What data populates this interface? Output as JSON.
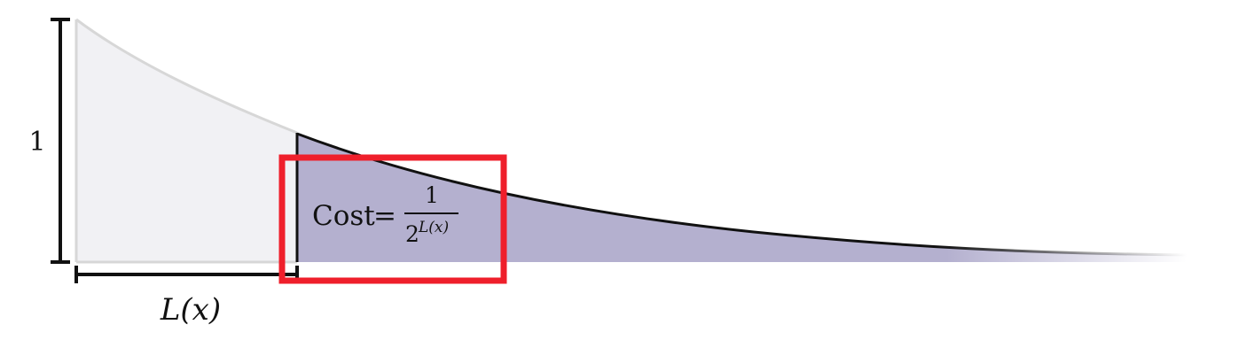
{
  "labels": {
    "height_label": "1",
    "length_label": "L(x)",
    "cost_label": "Cost",
    "equals": "=",
    "fraction_numerator": "1",
    "fraction_base": "2",
    "fraction_exponent": "L(x)"
  },
  "colors": {
    "light_region_fill": "#f1f1f4",
    "light_curve": "#d7d7d7",
    "cost_region_fill": "#b4b0cf",
    "outline": "#111111",
    "highlight_box": "#ef1f2b"
  },
  "highlight": {
    "target": "cost-label"
  }
}
